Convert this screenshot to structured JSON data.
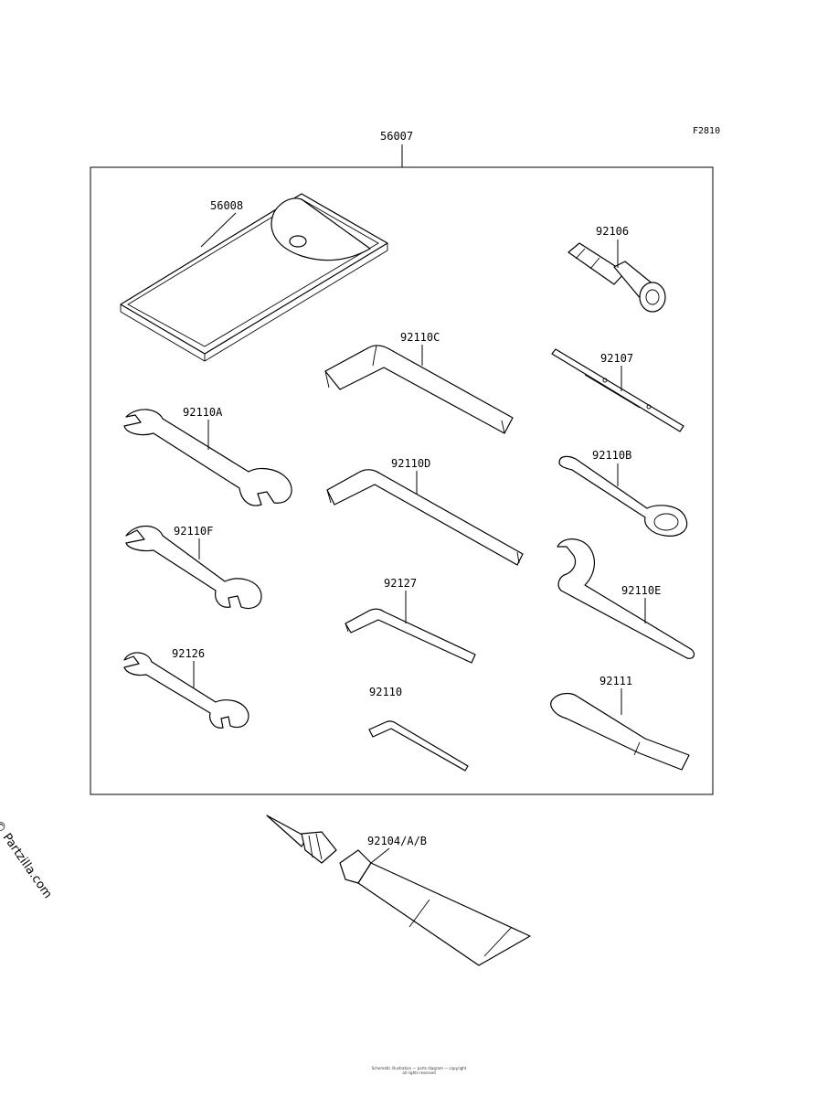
{
  "figure_code": "F2810",
  "assembly": "56007",
  "parts": {
    "p56008": "56008",
    "p92106": "92106",
    "p92110C": "92110C",
    "p92107": "92107",
    "p92110A": "92110A",
    "p92110D": "92110D",
    "p92110B": "92110B",
    "p92110F": "92110F",
    "p92127": "92127",
    "p92110E": "92110E",
    "p92126": "92126",
    "p92111": "92111",
    "p92110": "92110",
    "p92104": "92104/A/B"
  },
  "watermark": "© Partzilla.com",
  "footer": {
    "line1": "Schematic illustration — parts diagram — copyright",
    "line2": "all rights reserved"
  }
}
